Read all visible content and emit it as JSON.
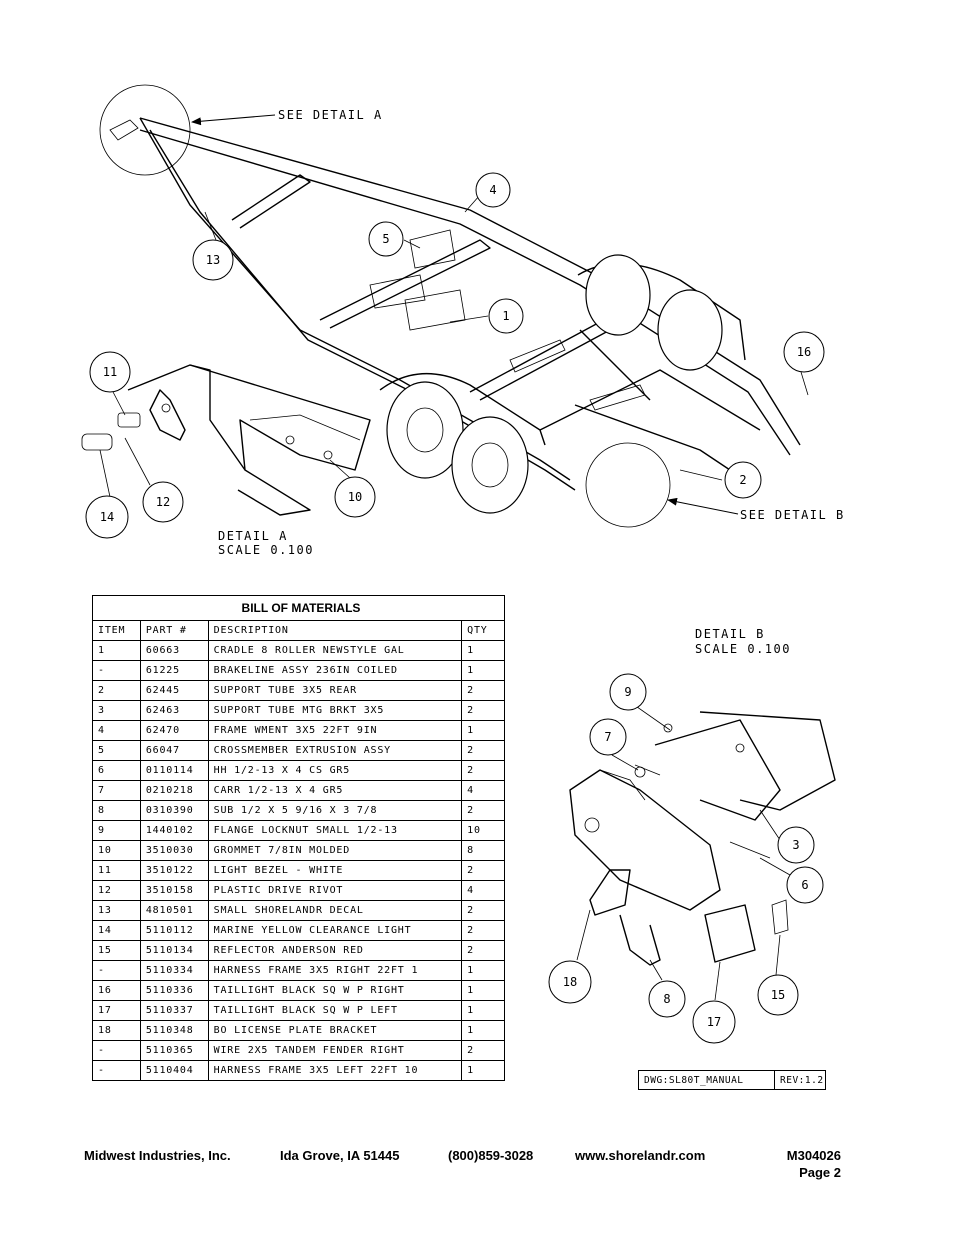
{
  "detail_a": {
    "see_label": "SEE DETAIL  A",
    "title": "DETAIL  A",
    "scale": "SCALE  0.100"
  },
  "detail_b": {
    "see_label": "SEE DETAIL  B",
    "title": "DETAIL  B",
    "scale": "SCALE  0.100"
  },
  "callouts": {
    "c1": "1",
    "c2": "2",
    "c3": "3",
    "c4": "4",
    "c5": "5",
    "c6": "6",
    "c7": "7",
    "c8": "8",
    "c9": "9",
    "c10": "10",
    "c11": "11",
    "c12": "12",
    "c13": "13",
    "c14": "14",
    "c15": "15",
    "c16": "16",
    "c17": "17",
    "c18": "18"
  },
  "bom": {
    "title": "BILL OF MATERIALS",
    "headers": [
      "ITEM",
      "PART #",
      "DESCRIPTION",
      "QTY"
    ],
    "rows": [
      [
        "1",
        "60663",
        "CRADLE  8 ROLLER  NEWSTYLE  GAL",
        "1"
      ],
      [
        "-",
        "61225",
        "BRAKELINE ASSY  236IN COILED",
        "1"
      ],
      [
        "2",
        "62445",
        "SUPPORT TUBE   3X5 REAR",
        "2"
      ],
      [
        "3",
        "62463",
        "SUPPORT TUBE MTG BRKT 3X5",
        "2"
      ],
      [
        "4",
        "62470",
        "FRAME WMENT 3X5 22FT 9IN",
        "1"
      ],
      [
        "5",
        "66047",
        "CROSSMEMBER EXTRUSION ASSY",
        "2"
      ],
      [
        "6",
        "0110114",
        "HH 1/2-13 X 4 CS GR5",
        "2"
      ],
      [
        "7",
        "0210218",
        "CARR 1/2-13 X 4 GR5",
        "4"
      ],
      [
        "8",
        "0310390",
        "SUB 1/2 X 5 9/16 X 3 7/8",
        "2"
      ],
      [
        "9",
        "1440102",
        "FLANGE LOCKNUT SMALL 1/2-13",
        "10"
      ],
      [
        "10",
        "3510030",
        "GROMMET  7/8IN MOLDED",
        "8"
      ],
      [
        "11",
        "3510122",
        "LIGHT BEZEL - WHITE",
        "2"
      ],
      [
        "12",
        "3510158",
        "PLASTIC DRIVE RIVOT",
        "4"
      ],
      [
        "13",
        "4810501",
        "SMALL SHORELANDR DECAL",
        "2"
      ],
      [
        "14",
        "5110112",
        "MARINE YELLOW CLEARANCE LIGHT",
        "2"
      ],
      [
        "15",
        "5110134",
        "REFLECTOR ANDERSON RED",
        "2"
      ],
      [
        "-",
        "5110334",
        "HARNESS  FRAME 3X5 RIGHT 22FT 1",
        "1"
      ],
      [
        "16",
        "5110336",
        "TAILLIGHT  BLACK SQ  W P  RIGHT",
        "1"
      ],
      [
        "17",
        "5110337",
        "TAILLIGHT  BLACK SQ  W P  LEFT",
        "1"
      ],
      [
        "18",
        "5110348",
        "BO LICENSE PLATE BRACKET",
        "1"
      ],
      [
        "-",
        "5110365",
        "WIRE  2X5 TANDEM FENDER  RIGHT",
        "2"
      ],
      [
        "-",
        "5110404",
        "HARNESS  FRAME 3X5 LEFT 22FT 10",
        "1"
      ]
    ]
  },
  "dwg": {
    "name": "DWG:SL80T_MANUAL",
    "rev": "REV:1.2"
  },
  "footer": {
    "company": "Midwest Industries, Inc.",
    "city": "Ida Grove, IA  51445",
    "phone": "(800)859-3028",
    "website": "www.shorelandr.com",
    "doc_number": "M304026",
    "page": "Page 2"
  }
}
